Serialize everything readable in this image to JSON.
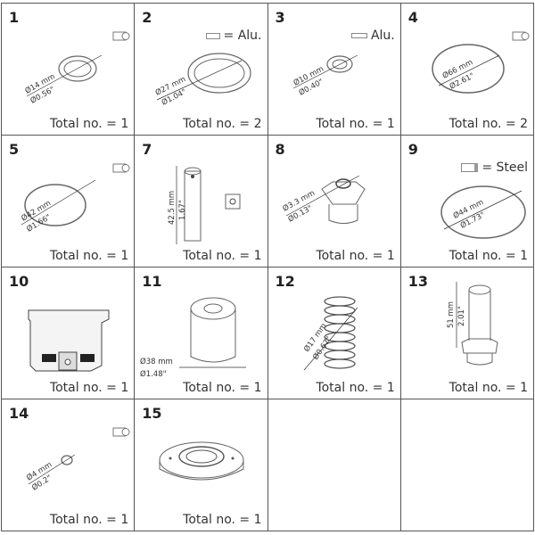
{
  "parts": [
    {
      "number": "1",
      "material": "",
      "dim_mm": "Ø14 mm",
      "dim_in": "Ø0.56\"",
      "total": "Total no. = 1"
    },
    {
      "number": "2",
      "material": "= Alu.",
      "dim_mm": "Ø27 mm",
      "dim_in": "Ø1.04\"",
      "total": "Total no. = 2"
    },
    {
      "number": "3",
      "material": "Alu.",
      "dim_mm": "Ø10 mm",
      "dim_in": "Ø0.40\"",
      "total": "Total no. = 1"
    },
    {
      "number": "4",
      "material": "",
      "dim_mm": "Ø66 mm",
      "dim_in": "Ø2.61\"",
      "total": "Total no. = 2"
    },
    {
      "number": "5",
      "material": "",
      "dim_mm": "Ø42 mm",
      "dim_in": "Ø1.66\"",
      "total": "Total no. = 1"
    },
    {
      "number": "7",
      "material": "",
      "dim_mm": "42.5 mm",
      "dim_in": "1.67\"",
      "total": "Total no. = 1"
    },
    {
      "number": "8",
      "material": "",
      "dim_mm": "Ø3.3 mm",
      "dim_in": "Ø0.13\"",
      "total": "Total no. = 1"
    },
    {
      "number": "9",
      "material": "= Steel",
      "dim_mm": "Ø44 mm",
      "dim_in": "Ø1.73\"",
      "total": "Total no. = 1"
    },
    {
      "number": "10",
      "material": "",
      "dim_mm": "",
      "dim_in": "",
      "total": "Total no. = 1"
    },
    {
      "number": "11",
      "material": "",
      "dim_mm": "Ø38 mm",
      "dim_in": "Ø1.48\"",
      "total": "Total no. = 1"
    },
    {
      "number": "12",
      "material": "",
      "dim_mm": "Ø17 mm",
      "dim_in": "Ø0.67\"",
      "total": "Total no. = 1"
    },
    {
      "number": "13",
      "material": "",
      "dim_mm": "51 mm",
      "dim_in": "2.01\"",
      "total": "Total no. = 1"
    },
    {
      "number": "14",
      "material": "",
      "dim_mm": "Ø4 mm",
      "dim_in": "Ø0.2\"",
      "total": "Total no. = 1"
    },
    {
      "number": "15",
      "material": "",
      "dim_mm": "",
      "dim_in": "",
      "total": "Total no. = 1"
    }
  ]
}
